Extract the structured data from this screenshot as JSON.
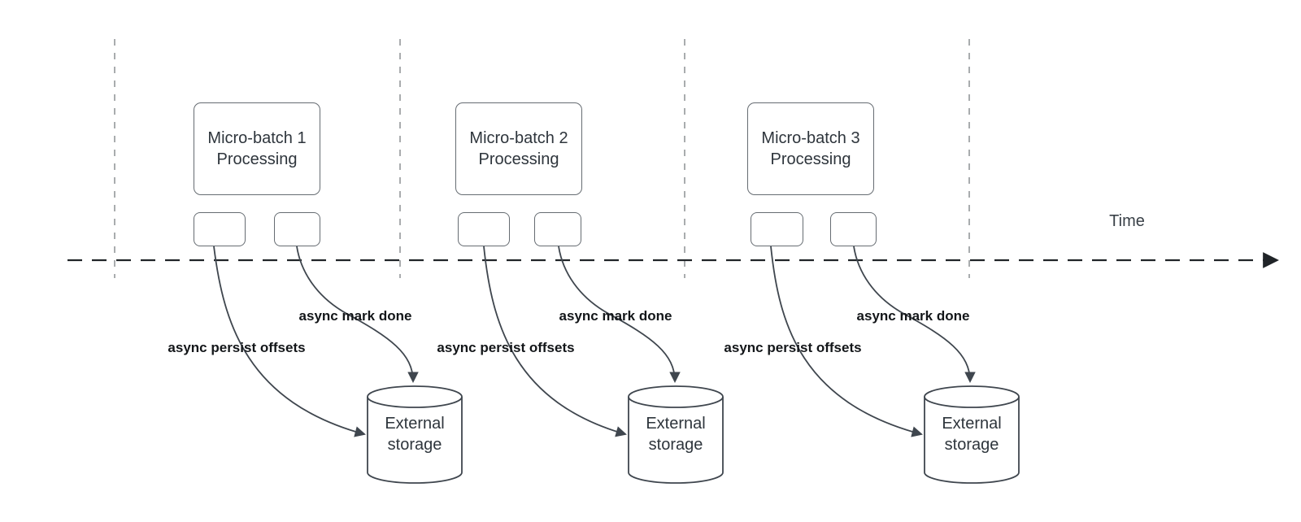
{
  "diagram": {
    "time_axis_label": "Time",
    "groups": [
      {
        "box_line1": "Micro-batch 1",
        "box_line2": "Processing",
        "persist_label": "async persist offsets",
        "done_label": "async mark done",
        "storage_line1": "External",
        "storage_line2": "storage"
      },
      {
        "box_line1": "Micro-batch 2",
        "box_line2": "Processing",
        "persist_label": "async persist offsets",
        "done_label": "async mark done",
        "storage_line1": "External",
        "storage_line2": "storage"
      },
      {
        "box_line1": "Micro-batch 3",
        "box_line2": "Processing",
        "persist_label": "async persist offsets",
        "done_label": "async mark done",
        "storage_line1": "External",
        "storage_line2": "storage"
      }
    ],
    "colors": {
      "background": "#ffffff",
      "shape_border": "#666c72",
      "shape_text": "#2e353c",
      "arrow_stroke": "#3f464e",
      "bold_label_text": "#131619",
      "time_axis_stroke": "#202428",
      "guide_line_stroke": "#a9acae"
    }
  }
}
